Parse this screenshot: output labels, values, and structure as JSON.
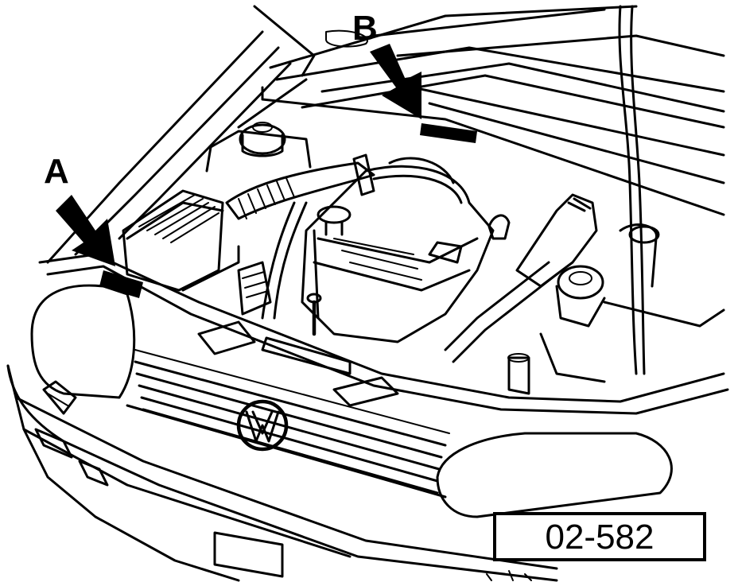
{
  "figure": {
    "reference_number": "02-582",
    "callouts": {
      "a": {
        "label": "A"
      },
      "b": {
        "label": "B"
      }
    }
  }
}
